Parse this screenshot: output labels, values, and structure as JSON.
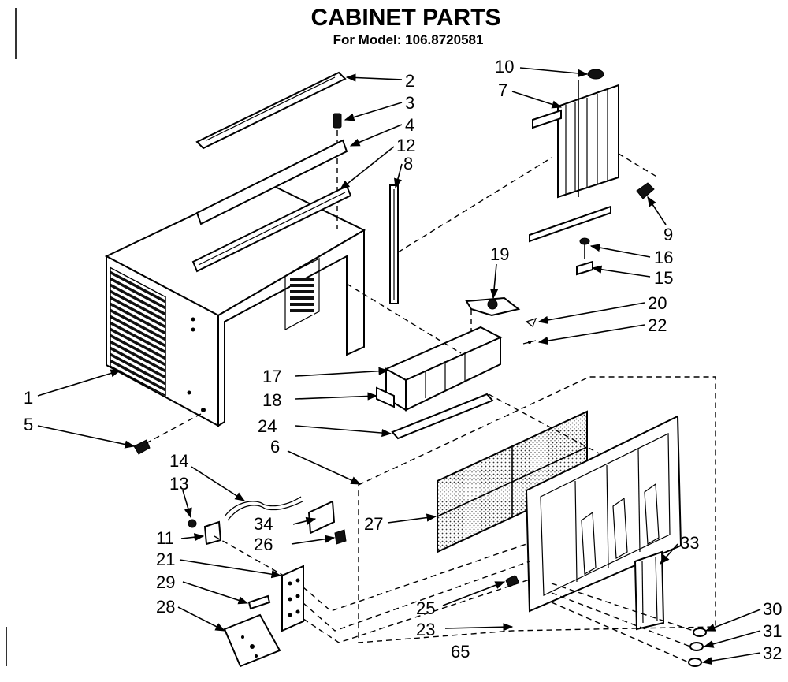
{
  "title": "CABINET PARTS",
  "subtitle": "For Model: 106.8720581",
  "footer_code": "65",
  "part_numbers": [
    "1",
    "2",
    "3",
    "4",
    "5",
    "6",
    "7",
    "8",
    "9",
    "10",
    "11",
    "12",
    "13",
    "14",
    "15",
    "16",
    "17",
    "18",
    "19",
    "20",
    "21",
    "22",
    "23",
    "24",
    "25",
    "26",
    "27",
    "28",
    "29",
    "30",
    "31",
    "32",
    "33",
    "34"
  ]
}
